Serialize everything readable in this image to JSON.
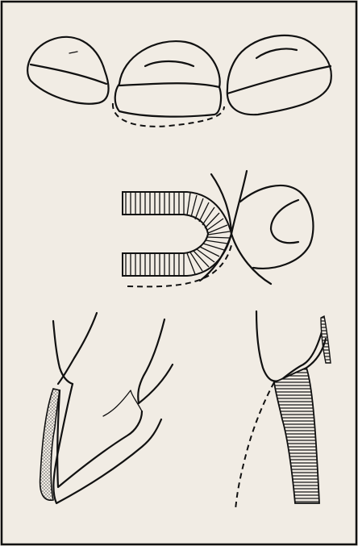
{
  "figure": {
    "description_panels": [
      "occlusal-view-three-teeth",
      "cross-section-with-hatched-band",
      "longitudinal-sections"
    ],
    "colors": {
      "background": "#f1ece4",
      "ink": "#111111",
      "stipple": "#8a8580"
    }
  }
}
